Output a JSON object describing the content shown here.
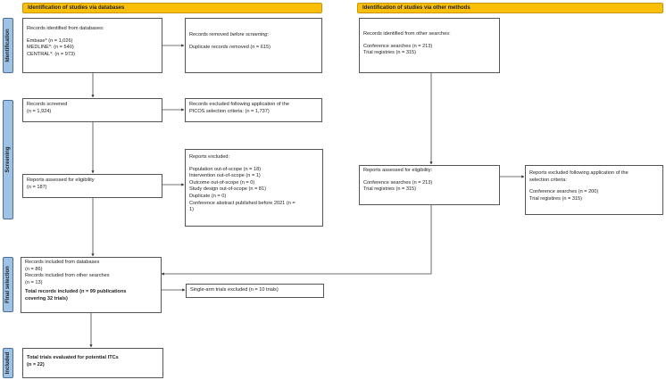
{
  "banners": {
    "databases": "Identification of studies via databases",
    "other": "Identification of studies via other methods"
  },
  "phases": [
    "Identification",
    "Screening",
    "Final selection",
    "Included"
  ],
  "boxes": {
    "identified_db": {
      "title": "Records identified  from databases:",
      "lines": [
        "Embase* (n = 1,026)",
        "MEDLINE*: (n = 540)",
        "CENTRAL*: (n = 973)"
      ]
    },
    "removed": {
      "title_pre": "Records removed ",
      "title_em": "before screening",
      "title_post": ":",
      "lines": [
        "Duplicate records removed  (n = 615)"
      ]
    },
    "screened": {
      "lines": [
        "Records screened",
        "(n = 1,924)"
      ]
    },
    "picos_excluded": {
      "lines": [
        "Records excluded following  application  of the",
        "PICOS selection criteria: (n = 1,737)"
      ]
    },
    "assessed_db": {
      "lines": [
        "Reports assessed for eligibility",
        "(n = 187)"
      ]
    },
    "reports_excluded": {
      "title": "Reports excluded:",
      "lines": [
        "Population  out-of-scope (n = 18)",
        "Intervention  out-of-scope (n = 1)",
        "Outcome out-of-scope (n = 0)",
        "Study design  out-of-scope (n = 81)",
        "Duplicate  (n = 0)",
        "Conference abstract published  before 2021 (n =",
        "1)"
      ]
    },
    "included": {
      "lines": [
        "Records included from databases",
        "(n = 86)",
        "Records included  from other searches",
        "(n = 13)"
      ],
      "bold_lines": [
        "Total records included (n = 99 publications",
        "covering 32 trials)"
      ]
    },
    "single_arm": {
      "lines": [
        "Single-arm trials excluded (n = 10 trials)"
      ]
    },
    "final": {
      "bold_lines": [
        "Total trials evaluated for potential ITCs",
        "(n = 22)"
      ]
    },
    "identified_other": {
      "title": "Records identified  from other searches:",
      "lines": [
        "Conference searches (n = 213)",
        "Trial registries  (n = 315)"
      ]
    },
    "assessed_other": {
      "title": "Reports assessed for eligibility:",
      "lines": [
        "Conference searches (n = 213)",
        "Trial registries (n = 315)"
      ]
    },
    "excluded_other": {
      "title_lines": [
        "Reports excluded following  application  of the",
        "selection criteria:"
      ],
      "lines": [
        "Conference searches (n = 200)",
        "Trial registires (n = 315)"
      ]
    }
  },
  "colors": {
    "banner": "#fbbf0a",
    "phase": "#9ec3e6"
  }
}
